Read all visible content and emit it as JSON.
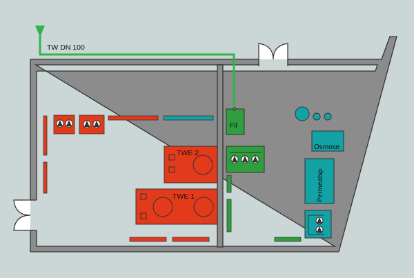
{
  "pipe_label": "TW DN 100",
  "rooms": {
    "filter": "Fil",
    "boiler_2": "TWE 2",
    "boiler_1": "TWE 1",
    "osmosis": "Osmose",
    "permeate": "Permeatsp."
  },
  "colors": {
    "background": "#cbd7d6",
    "wall_fill": "#8c8c8c",
    "wall_stroke": "#333333",
    "heating_red": "#e43a1c",
    "water_green": "#2f9e3e",
    "pipe_green": "#32b44a",
    "teal": "#13a3a6"
  }
}
